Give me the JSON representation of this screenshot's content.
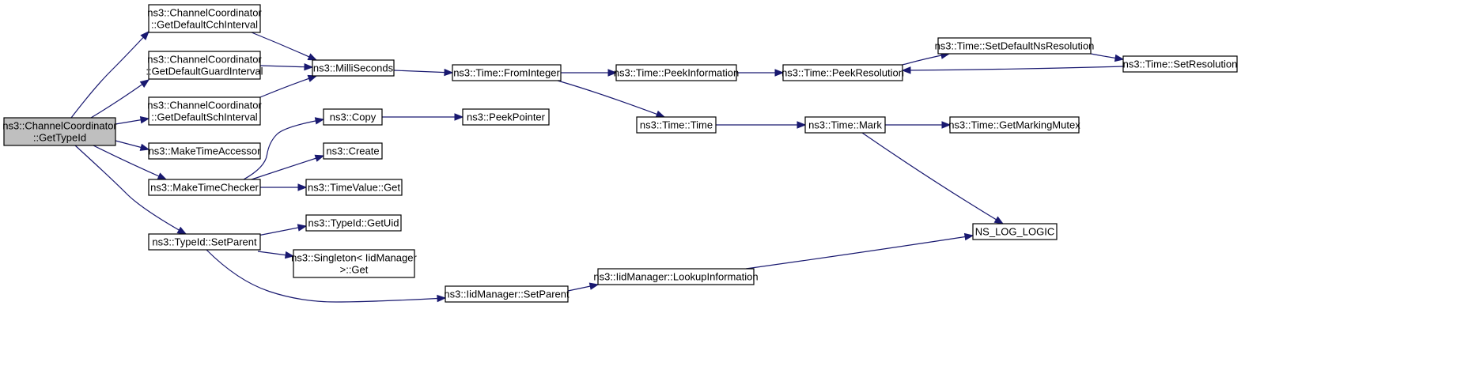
{
  "diagram": {
    "root": "ns3::ChannelCoordinator::GetTypeId",
    "nodes": [
      {
        "id": "root",
        "lines": [
          "ns3::ChannelCoordinator",
          "::GetTypeId"
        ],
        "highlight": true
      },
      {
        "id": "cch",
        "lines": [
          "ns3::ChannelCoordinator",
          "::GetDefaultCchInterval"
        ]
      },
      {
        "id": "guard",
        "lines": [
          "ns3::ChannelCoordinator",
          "::GetDefaultGuardInterval"
        ]
      },
      {
        "id": "sch",
        "lines": [
          "ns3::ChannelCoordinator",
          "::GetDefaultSchInterval"
        ]
      },
      {
        "id": "accessor",
        "lines": [
          "ns3::MakeTimeAccessor"
        ]
      },
      {
        "id": "checker",
        "lines": [
          "ns3::MakeTimeChecker"
        ]
      },
      {
        "id": "setparent",
        "lines": [
          "ns3::TypeId::SetParent"
        ]
      },
      {
        "id": "ms",
        "lines": [
          "ns3::MilliSeconds"
        ]
      },
      {
        "id": "copy",
        "lines": [
          "ns3::Copy"
        ]
      },
      {
        "id": "create",
        "lines": [
          "ns3::Create"
        ]
      },
      {
        "id": "tvget",
        "lines": [
          "ns3::TimeValue::Get"
        ]
      },
      {
        "id": "getuid",
        "lines": [
          "ns3::TypeId::GetUid"
        ]
      },
      {
        "id": "singleton",
        "lines": [
          "ns3::Singleton< IidManager",
          ">::Get"
        ]
      },
      {
        "id": "iidsetparent",
        "lines": [
          "ns3::IidManager::SetParent"
        ]
      },
      {
        "id": "fromint",
        "lines": [
          "ns3::Time::FromInteger"
        ]
      },
      {
        "id": "peekptr",
        "lines": [
          "ns3::PeekPointer"
        ]
      },
      {
        "id": "lookup",
        "lines": [
          "ns3::IidManager::LookupInformation"
        ]
      },
      {
        "id": "peekinfo",
        "lines": [
          "ns3::Time::PeekInformation"
        ]
      },
      {
        "id": "time",
        "lines": [
          "ns3::Time::Time"
        ]
      },
      {
        "id": "peekres",
        "lines": [
          "ns3::Time::PeekResolution"
        ]
      },
      {
        "id": "mark",
        "lines": [
          "ns3::Time::Mark"
        ]
      },
      {
        "id": "setdefns",
        "lines": [
          "ns3::Time::SetDefaultNsResolution"
        ]
      },
      {
        "id": "getmutex",
        "lines": [
          "ns3::Time::GetMarkingMutex"
        ]
      },
      {
        "id": "logic",
        "lines": [
          "NS_LOG_LOGIC"
        ]
      },
      {
        "id": "setres",
        "lines": [
          "ns3::Time::SetResolution"
        ]
      }
    ],
    "edges": [
      [
        "root",
        "cch"
      ],
      [
        "root",
        "guard"
      ],
      [
        "root",
        "sch"
      ],
      [
        "root",
        "accessor"
      ],
      [
        "root",
        "checker"
      ],
      [
        "root",
        "setparent"
      ],
      [
        "cch",
        "ms"
      ],
      [
        "guard",
        "ms"
      ],
      [
        "sch",
        "ms"
      ],
      [
        "checker",
        "copy"
      ],
      [
        "checker",
        "create"
      ],
      [
        "checker",
        "tvget"
      ],
      [
        "setparent",
        "getuid"
      ],
      [
        "setparent",
        "singleton"
      ],
      [
        "setparent",
        "iidsetparent"
      ],
      [
        "ms",
        "fromint"
      ],
      [
        "copy",
        "peekptr"
      ],
      [
        "iidsetparent",
        "lookup"
      ],
      [
        "fromint",
        "peekinfo"
      ],
      [
        "fromint",
        "time"
      ],
      [
        "peekinfo",
        "peekres"
      ],
      [
        "time",
        "mark"
      ],
      [
        "peekres",
        "setdefns"
      ],
      [
        "setdefns",
        "setres"
      ],
      [
        "setres",
        "peekres"
      ],
      [
        "mark",
        "getmutex"
      ],
      [
        "mark",
        "logic"
      ],
      [
        "lookup",
        "logic"
      ]
    ]
  },
  "colors": {
    "edge": "#191970",
    "node_border": "#000000",
    "node_fill": "#ffffff",
    "root_fill": "#bfbfbf"
  }
}
